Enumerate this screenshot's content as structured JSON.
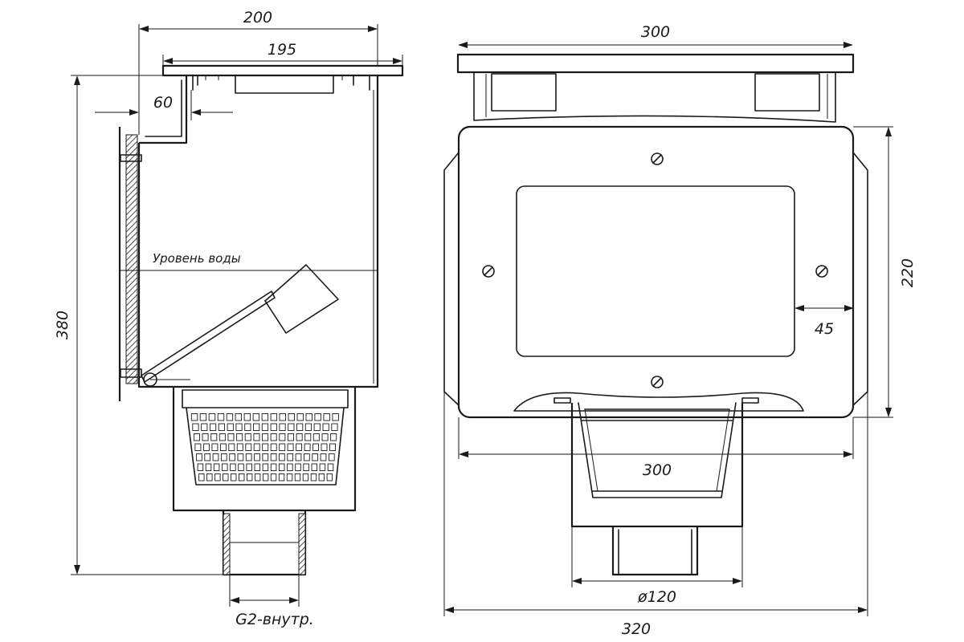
{
  "side_view": {
    "dim_width_total": "200",
    "dim_width_flange": "195",
    "dim_offset": "60",
    "dim_height": "380",
    "water_level_label": "Уровень воды",
    "thread_label": "G2-внутр."
  },
  "front_view": {
    "dim_top_width": "300",
    "dim_body_height": "220",
    "dim_frame_margin": "45",
    "dim_bottom_width": "300",
    "dim_outlet_diameter": "ø120",
    "dim_overall_width": "320"
  }
}
